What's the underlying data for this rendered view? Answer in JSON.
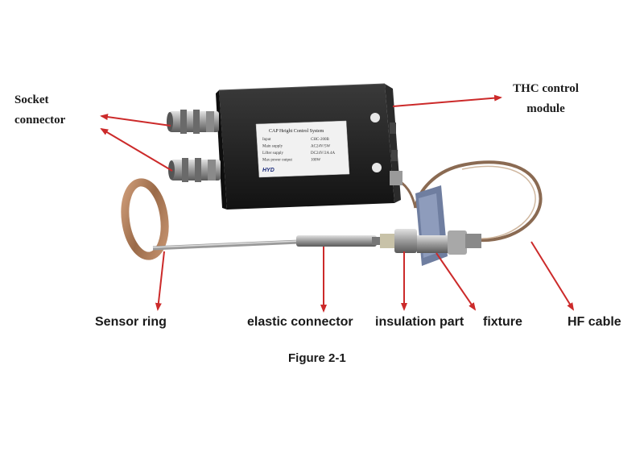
{
  "labels": {
    "socket_connector_line1": "Socket",
    "socket_connector_line2": "connector",
    "thc_module_line1": "THC control",
    "thc_module_line2": "module",
    "sensor_ring": "Sensor ring",
    "elastic_connector": "elastic connector",
    "insulation_part": "insulation part",
    "fixture": "fixture",
    "hf_cable": "HF cable"
  },
  "caption": "Figure 2-1",
  "module_label": {
    "title": "CAP Height Control System",
    "rows": [
      [
        "Input",
        "CHC-200B"
      ],
      [
        "Main supply",
        "AC24V/5W"
      ],
      [
        "Lifter supply",
        "DC24V/2A 4A"
      ],
      [
        "Max power output",
        "100W"
      ]
    ],
    "brand": "HYD"
  },
  "colors": {
    "arrow": "#cc2a2a",
    "module_body": "#1c1c1c",
    "metal": "#a9a9a9",
    "copper": "#b07a52",
    "text": "#1a1a1a"
  }
}
